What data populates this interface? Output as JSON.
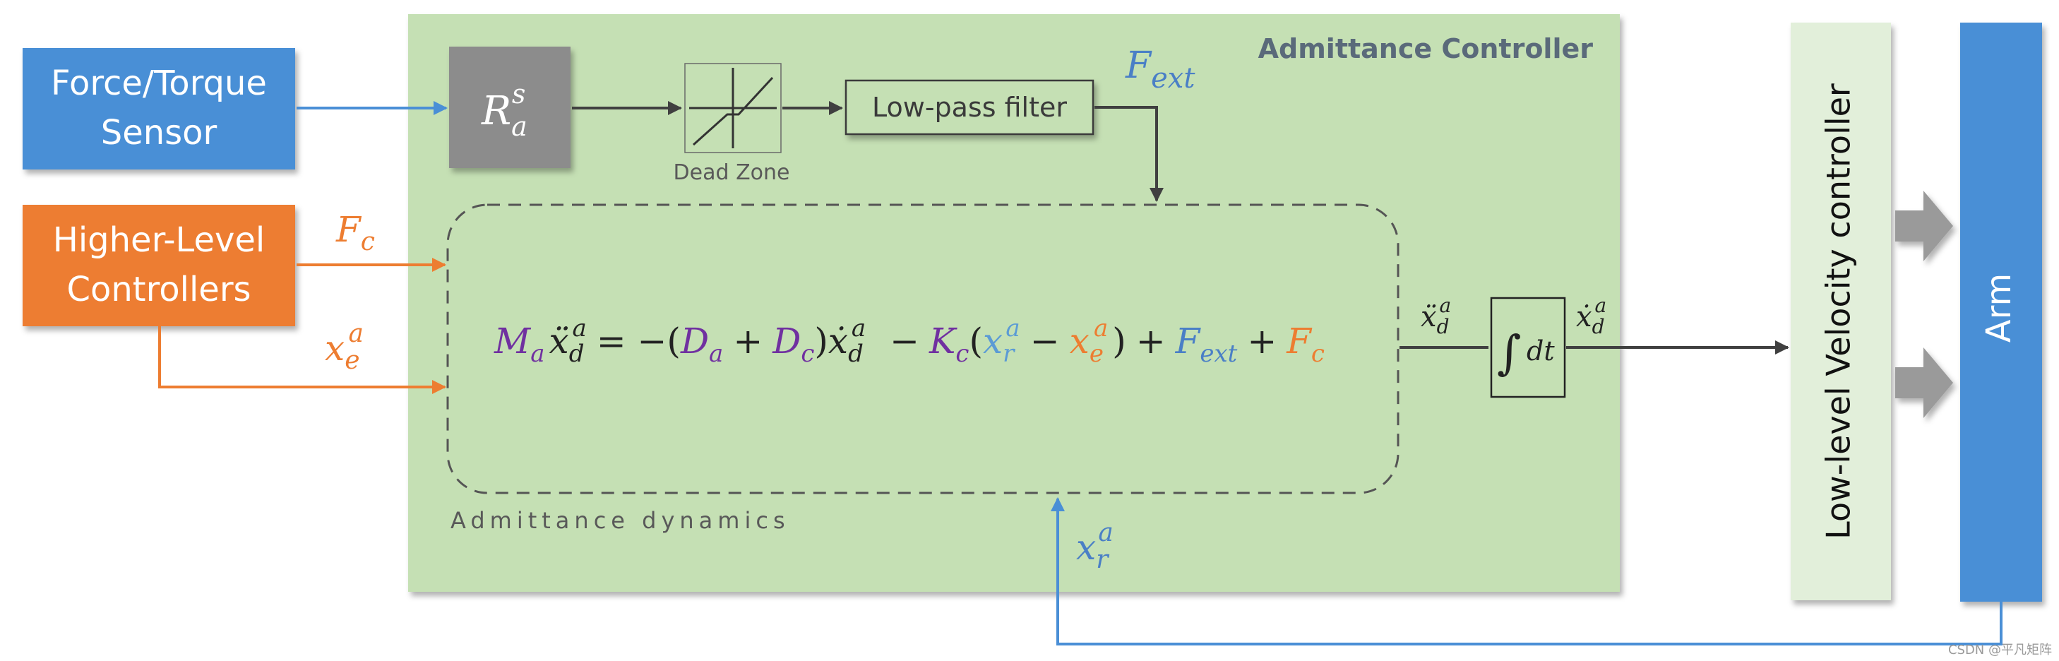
{
  "colors": {
    "blue": "#4a7fc6",
    "orange": "#ed7d31",
    "green_panel": "#c5e0b4",
    "light_green": "#e2efda",
    "gray_box": "#8c8c8c",
    "purple": "#7030a0",
    "light_blue": "#5b9bd5",
    "arrow_dark": "#404040",
    "text_gray": "#595959",
    "title_gray": "#5a6a7a"
  },
  "blocks": {
    "sensor": {
      "line1": "Force/Torque",
      "line2": "Sensor"
    },
    "higher": {
      "line1": "Higher-Level",
      "line2": "Controllers"
    },
    "rotation": {
      "base": "R",
      "sub": "a",
      "sup": "s"
    },
    "dead_zone": {
      "label": "Dead Zone"
    },
    "lowpass": {
      "label": "Low-pass filter"
    },
    "controller_title": "Admittance Controller",
    "dynamics_label": "Admittance dynamics",
    "integrator": {
      "integral": "∫",
      "dt": "dt"
    },
    "velocity_ctrl": "Low-level Velocity controller",
    "arm": "Arm"
  },
  "signals": {
    "f_ext": {
      "base": "F",
      "sub": "ext"
    },
    "f_c": {
      "base": "F",
      "sub": "c"
    },
    "x_e": {
      "base": "x",
      "sub": "e",
      "sup": "a"
    },
    "x_r": {
      "base": "x",
      "sub": "r",
      "sup": "a"
    },
    "xdd_d": {
      "base": "ẍ",
      "sub": "d",
      "sup": "a"
    },
    "xd_d": {
      "base": "ẋ",
      "sub": "d",
      "sup": "a"
    }
  },
  "equation": {
    "M": "M",
    "M_sub": "a",
    "xdd": "ẍ",
    "xdd_sub": "d",
    "xdd_sup": "a",
    "eq_open": "= −(",
    "D1": "D",
    "D1_sub": "a",
    "plus": "+",
    "D2": "D",
    "D2_sub": "c",
    "close": ")",
    "xd": "ẋ",
    "xd_sub": "d",
    "xd_sup": "a",
    "minus": "−",
    "K": "K",
    "K_sub": "c",
    "open2": "(",
    "xr": "x",
    "xr_sub": "r",
    "xr_sup": "a",
    "minus2": "−",
    "xe": "x",
    "xe_sub": "e",
    "xe_sup": "a",
    "close2": ")",
    "plus2": "+",
    "F1": "F",
    "F1_sub": "ext",
    "plus3": "+",
    "F2": "F",
    "F2_sub": "c"
  },
  "watermark": "CSDN @平凡矩阵"
}
